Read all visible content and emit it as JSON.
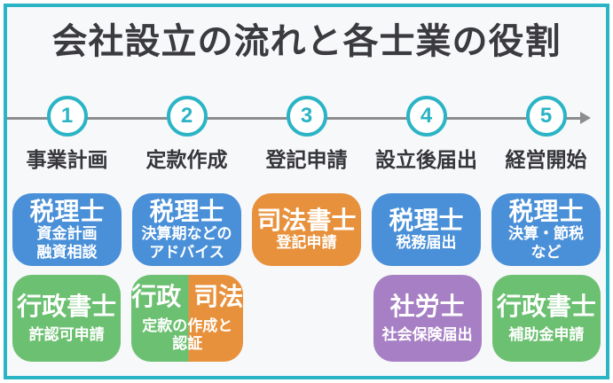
{
  "title": "会社設立の流れと各士業の役割",
  "colors": {
    "accent": "#2ab4c5",
    "panel_bg": "#f7f8fa",
    "title_text": "#3a3a3f",
    "line": "#8d8d8d",
    "blue": "#4a90d8",
    "orange": "#e8913c",
    "green": "#6cc071",
    "purple": "#a77fc4"
  },
  "steps": [
    {
      "num": "1",
      "label": "事業計画"
    },
    {
      "num": "2",
      "label": "定款作成"
    },
    {
      "num": "3",
      "label": "登記申請"
    },
    {
      "num": "4",
      "label": "設立後届出"
    },
    {
      "num": "5",
      "label": "経営開始"
    }
  ],
  "row1": [
    {
      "title": "税理士",
      "sub1": "資金計画",
      "sub2": "融資相談"
    },
    {
      "title": "税理士",
      "sub1": "決算期などの",
      "sub2": "アドバイス"
    },
    {
      "title": "司法書士",
      "sub1": "登記申請",
      "sub2": ""
    },
    {
      "title": "税理士",
      "sub1": "税務届出",
      "sub2": ""
    },
    {
      "title": "税理士",
      "sub1": "決算・節税",
      "sub2": "など"
    }
  ],
  "row2": [
    {
      "title": "行政書士",
      "sub1": "許認可申請",
      "sub2": ""
    },
    {
      "title_left": "行政",
      "title_right": "司法",
      "sub1": "定款の作成と",
      "sub2": "認証"
    },
    {
      "title": "社労士",
      "sub1": "社会保険届出",
      "sub2": ""
    },
    {
      "title": "行政書士",
      "sub1": "補助金申請",
      "sub2": ""
    }
  ]
}
